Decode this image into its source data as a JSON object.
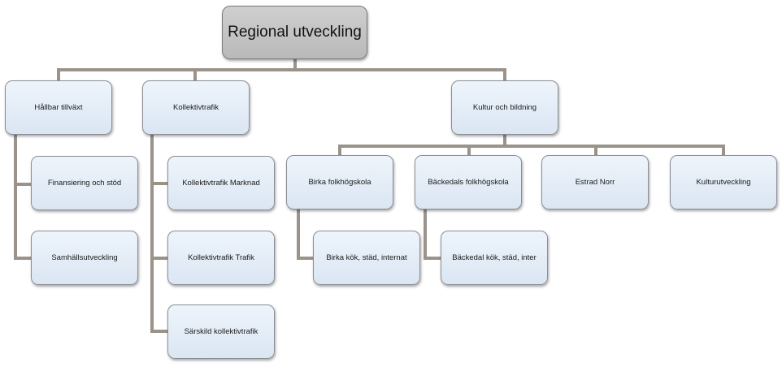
{
  "root": {
    "label": "Regional utveckling"
  },
  "hallbar": {
    "label": "Hållbar tillväxt",
    "children": [
      "Finansiering och stöd",
      "Samhällsutveckling"
    ]
  },
  "kollektiv": {
    "label": "Kollektivtrafik",
    "children": [
      "Kollektivtrafik Marknad",
      "Kollektivtrafik Trafik",
      "Särskild kollektivtrafik"
    ]
  },
  "kultur": {
    "label": "Kultur och bildning",
    "birka": {
      "label": "Birka folkhögskola",
      "child": "Birka kök, städ, internat"
    },
    "backedal": {
      "label": "Bäckedals folkhögskola",
      "child": "Bäckedal kök, städ, inter"
    },
    "estrad": {
      "label": "Estrad Norr"
    },
    "kulturutveckling": {
      "label": "Kulturutveckling"
    }
  },
  "colors": {
    "connector": "#9b928a",
    "node_fill": "#e3ecf6",
    "root_fill": "#c4c4c4"
  }
}
